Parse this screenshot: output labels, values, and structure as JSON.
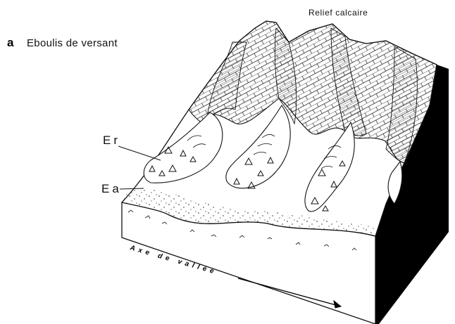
{
  "figure": {
    "panel_letter": "a",
    "title": "Eboulis de versant",
    "relief_label": "Relief calcaire",
    "label_er": "Er",
    "label_ea": "Ea",
    "axis_label": "Axe de vallée"
  }
}
